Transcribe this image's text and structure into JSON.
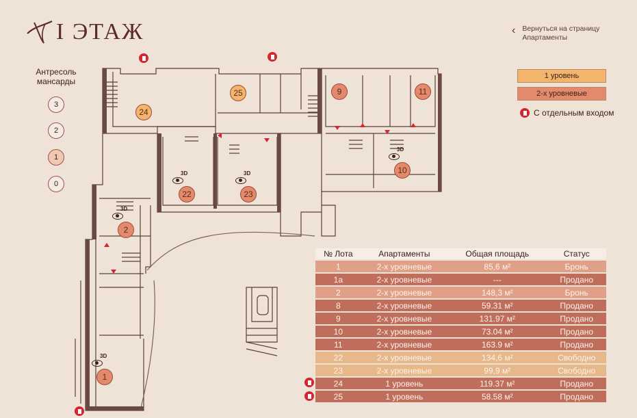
{
  "header": {
    "floor_title": "I ЭТАЖ",
    "back_link": {
      "line1": "Вернуться на страницу",
      "line2": "Апартаменты"
    }
  },
  "legend": {
    "one_level": "1 уровень",
    "two_level": "2-х уровневые",
    "separate_entrance": "С отдельным входом",
    "colors": {
      "one_level": "#f3b56c",
      "two_level": "#e48a6c",
      "door": "#d22630"
    }
  },
  "floor_selector": {
    "label_line1": "Антресоль",
    "label_line2": "мансарды",
    "floors": [
      "3",
      "2",
      "1",
      "0"
    ],
    "active": "1"
  },
  "plan": {
    "lots": [
      {
        "id": "24",
        "type": "l1"
      },
      {
        "id": "25",
        "type": "l1"
      },
      {
        "id": "9",
        "type": "l2"
      },
      {
        "id": "11",
        "type": "l2"
      },
      {
        "id": "10",
        "type": "l2"
      },
      {
        "id": "22",
        "type": "l2"
      },
      {
        "id": "23",
        "type": "l2"
      },
      {
        "id": "2",
        "type": "l2"
      },
      {
        "id": "1",
        "type": "l2"
      }
    ],
    "view3d_label": "3D"
  },
  "table": {
    "headers": [
      "№ Лота",
      "Апартаменты",
      "Общая площадь",
      "Статус"
    ],
    "rows": [
      {
        "lot": "1",
        "type": "2-х уровневые",
        "area": "85,6 м²",
        "status": "Бронь",
        "cls": "s-bron"
      },
      {
        "lot": "1а",
        "type": "2-х уровневые",
        "area": "---",
        "status": "Продано",
        "cls": "s-sold"
      },
      {
        "lot": "2",
        "type": "2-х уровневые",
        "area": "148,3 м²",
        "status": "Бронь",
        "cls": "s-bron"
      },
      {
        "lot": "8",
        "type": "2-х уровневые",
        "area": "59.31 м²",
        "status": "Продано",
        "cls": "s-sold"
      },
      {
        "lot": "9",
        "type": "2-х уровневые",
        "area": "131.97 м²",
        "status": "Продано",
        "cls": "s-sold"
      },
      {
        "lot": "10",
        "type": "2-х уровневые",
        "area": "73.04 м²",
        "status": "Продано",
        "cls": "s-sold"
      },
      {
        "lot": "11",
        "type": "2-х уровневые",
        "area": "163.9 м²",
        "status": "Продано",
        "cls": "s-sold"
      },
      {
        "lot": "22",
        "type": "2-х уровневые",
        "area": "134,6 м²",
        "status": "Свободно",
        "cls": "s-free"
      },
      {
        "lot": "23",
        "type": "2-х уровневые",
        "area": "99,9 м²",
        "status": "Свободно",
        "cls": "s-free"
      },
      {
        "lot": "24",
        "type": "1 уровень",
        "area": "119.37 м²",
        "status": "Продано",
        "cls": "s-sold"
      },
      {
        "lot": "25",
        "type": "1 уровень",
        "area": "58.58 м²",
        "status": "Продано",
        "cls": "s-sold"
      }
    ]
  }
}
